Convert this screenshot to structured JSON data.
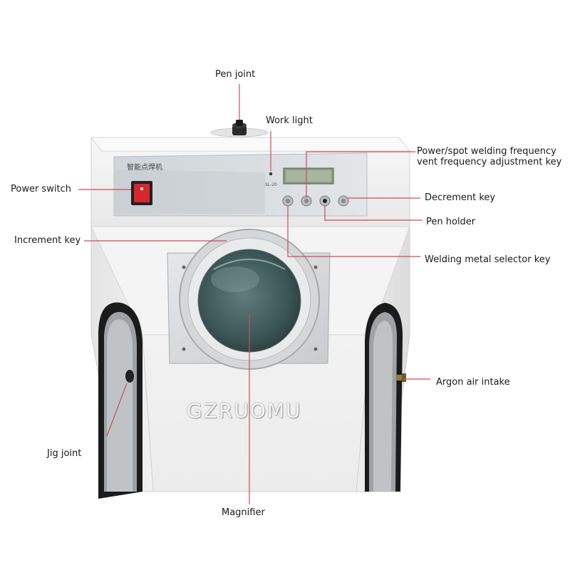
{
  "labels": {
    "pen_joint": "Pen joint",
    "work_light": "Work light",
    "power_spot_line1": "Power/spot welding frequency",
    "power_spot_line2": "vent frequency adjustment key",
    "power_switch": "Power switch",
    "decrement_key": "Decrement key",
    "pen_holder": "Pen holder",
    "increment_key": "Increment key",
    "welding_metal_selector_key": "Welding metal selector key",
    "argon_air_intake": "Argon air intake",
    "jig_joint": "Jig joint",
    "magnifier": "Magnifier"
  },
  "machine": {
    "panel_title": "智能点焊机",
    "lcd_label": "SL-20"
  },
  "watermark": "GZRUOMU",
  "colors": {
    "leader_line": "#d04a5a",
    "body_white": "#f2f2f2",
    "panel_gray": "#d9dde0",
    "power_switch_red": "#d8262e",
    "lens_teal": "#3f5a5c"
  }
}
